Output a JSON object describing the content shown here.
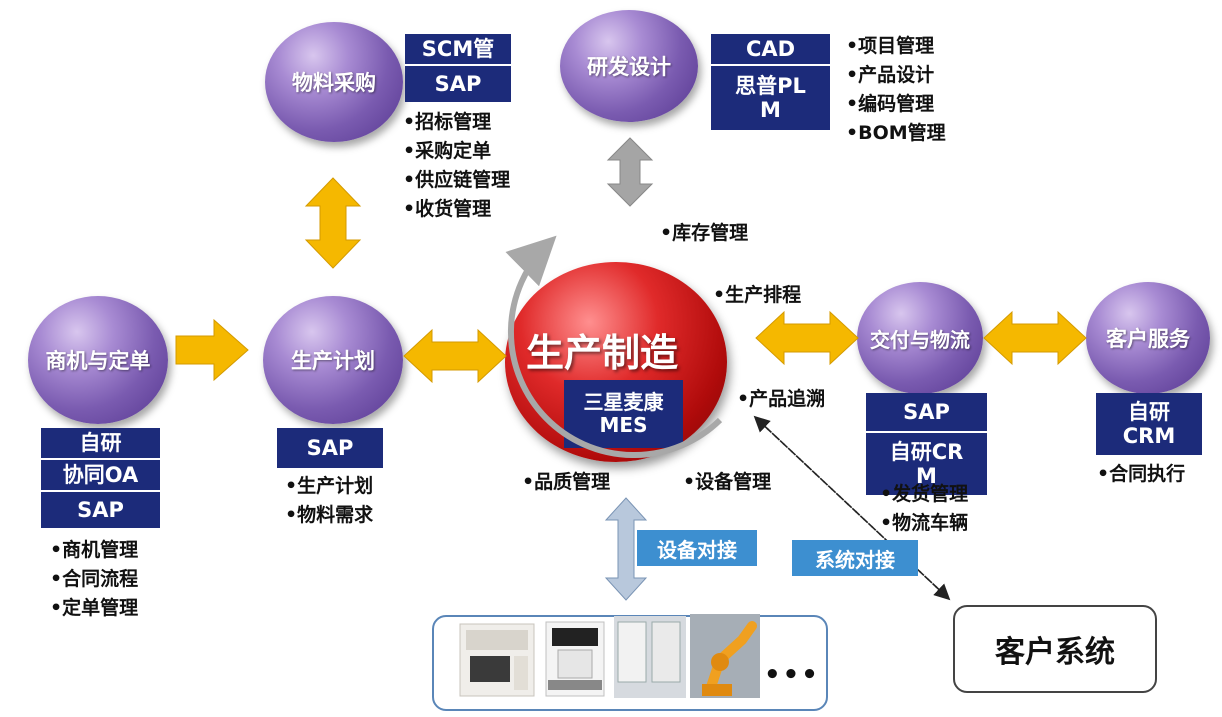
{
  "nodes": {
    "procurement": "物料采购",
    "rnd": "研发设计",
    "opportunity": "商机与定单",
    "planning": "生产计划",
    "manufacturing": "生产制造",
    "delivery": "交付与物流",
    "service": "客户服务"
  },
  "systems": {
    "procurement": [
      "SCM管",
      "SAP"
    ],
    "rnd": [
      "CAD",
      "思普PL\nM"
    ],
    "opportunity": [
      "自研",
      "协同OA",
      "SAP"
    ],
    "planning": [
      "SAP"
    ],
    "manufacturing": [
      "三星麦康\nMES"
    ],
    "delivery": [
      "SAP",
      "自研CR\nM"
    ],
    "service": [
      "自研\nCRM"
    ]
  },
  "bullets": {
    "procurement": [
      "•招标管理",
      "•采购定单",
      "•供应链管理",
      "•收货管理"
    ],
    "rnd": [
      "•项目管理",
      "•产品设计",
      "•编码管理",
      "•BOM管理"
    ],
    "opportunity": [
      "•商机管理",
      "•合同流程",
      "•定单管理"
    ],
    "planning": [
      "•生产计划",
      "•物料需求"
    ],
    "delivery": [
      "•发货管理",
      "•物流车辆"
    ],
    "service": [
      "•合同执行"
    ]
  },
  "around_labels": {
    "inventory": "•库存管理",
    "scheduling": "•生产排程",
    "traceability": "•产品追溯",
    "quality": "•品质管理",
    "equipment": "•设备管理"
  },
  "tags": {
    "device_link": "设备对接",
    "system_link": "系统对接"
  },
  "customer_system": "客户系统",
  "equipment_ellipsis": "•••",
  "colors": {
    "circle_purple": "#7a5bb0",
    "center_red": "#d01818",
    "navy_box": "#1c2b7a",
    "arrow_yellow": "#f5b800",
    "arrow_gray": "#9a9a9a",
    "tag_blue": "#3d8fd0"
  }
}
